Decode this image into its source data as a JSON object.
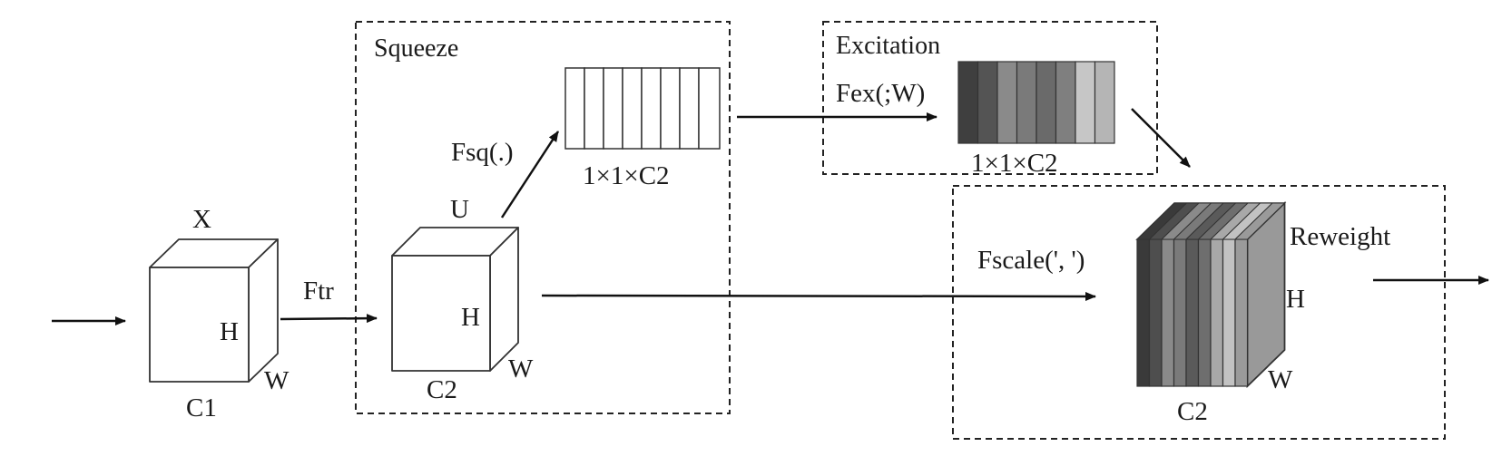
{
  "labels": {
    "x": "X",
    "h_input": "H",
    "w_input": "W",
    "c1": "C1",
    "ftr": "Ftr",
    "squeeze": "Squeeze",
    "u": "U",
    "h_u": "H",
    "w_u": "W",
    "c2_u": "C2",
    "fsq": "Fsq(.)",
    "squeeze_vector": "1×1×C2",
    "excitation": "Excitation",
    "fex": "Fex(;W)",
    "excitation_vector": "1×1×C2",
    "fscale": "Fscale(',  ')",
    "reweight": "Reweight",
    "h_out": "H",
    "w_out": "W",
    "c2_out": "C2"
  },
  "colors": {
    "excitation_channels": [
      "#3f3f3f",
      "#545454",
      "#8a8a8a",
      "#7a7a7a",
      "#6a6a6a",
      "#7f7f7f",
      "#c6c6c6",
      "#b5b5b5"
    ],
    "output_channels": [
      "#3a3a3a",
      "#4e4e4e",
      "#8a8a8a",
      "#7a7a7a",
      "#5a5a5a",
      "#6e6e6e",
      "#a8a8a8",
      "#c2c2c2",
      "#9a9a9a"
    ]
  }
}
